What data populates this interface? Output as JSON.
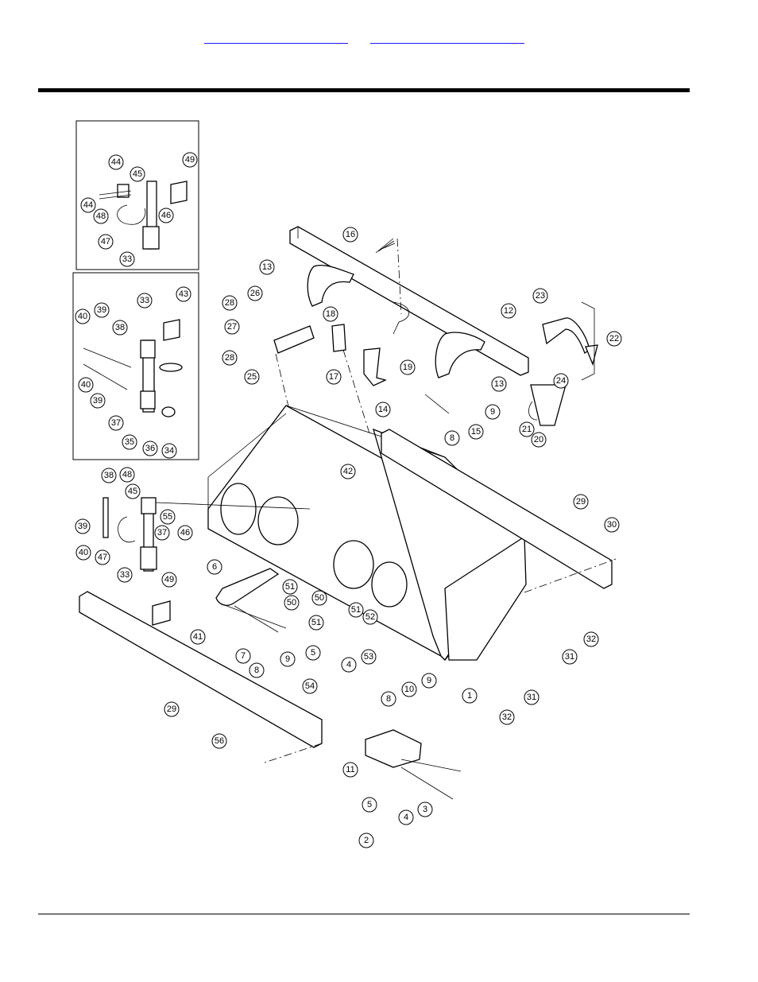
{
  "links": [
    "",
    ""
  ],
  "callouts": [
    "44",
    "49",
    "45",
    "44",
    "48",
    "46",
    "47",
    "33",
    "33",
    "43",
    "40",
    "39",
    "38",
    "40",
    "39",
    "37",
    "35",
    "36",
    "34",
    "38",
    "48",
    "45",
    "55",
    "39",
    "37",
    "46",
    "40",
    "47",
    "33",
    "16",
    "13",
    "26",
    "28",
    "18",
    "12",
    "23",
    "27",
    "28",
    "25",
    "17",
    "19",
    "14",
    "13",
    "22",
    "24",
    "9",
    "15",
    "8",
    "21",
    "20",
    "42",
    "29",
    "30",
    "6",
    "51",
    "50",
    "50",
    "51",
    "52",
    "51",
    "5",
    "4",
    "53",
    "54",
    "41",
    "7",
    "8",
    "9",
    "8",
    "10",
    "9",
    "1",
    "32",
    "31",
    "31",
    "32",
    "49",
    "29",
    "56",
    "11",
    "5",
    "4",
    "3",
    "2"
  ]
}
